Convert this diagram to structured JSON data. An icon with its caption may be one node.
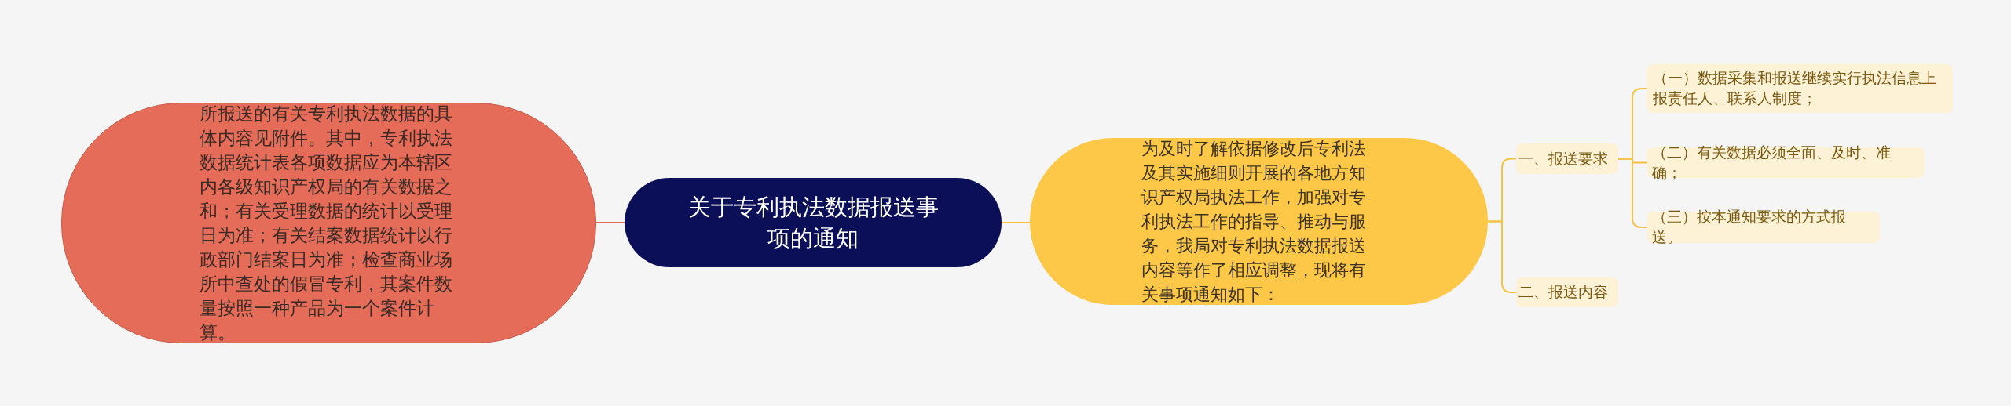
{
  "diagram": {
    "nodes": [
      {
        "text": [
          "关于专利执法数据报送事项的通知"
        ]
      },
      {
        "text": [
          "所报送的有关专利执法数据的具体内容见附件。其中，专利执法数据统计表各项数据应为本辖区内各级知识产权局的有关数据之和；有关受理数据的统计以受理日为准；有关结案数据统计以行政部门结案日为准；检查商业场所中查处的假冒专利，其案件数量按照一种产品为一个案件计算。"
        ]
      },
      {
        "text": [
          "为及时了解依据修改后专利法及其实施细则开展的各地方知识产权局执法工作，加强对专利执法工作的指导、推动与服务，我局对专利执法数据报送内容等作了相应调整，现将有关事项通知如下："
        ]
      },
      {
        "text": [
          "一、报送要求"
        ]
      },
      {
        "text": [
          "（一）数据采集和报送继续实行执法信息上报责任人、联系人制度；"
        ]
      },
      {
        "text": [
          "（二）有关数据必须全面、及时、准确；"
        ]
      },
      {
        "text": [
          "（三）按本通知要求的方式报送。"
        ]
      },
      {
        "text": [
          "二、报送内容"
        ]
      }
    ],
    "edges": [
      {
        "from": 0,
        "to": 1,
        "arrow": "none",
        "color": "#e06c58"
      },
      {
        "from": 0,
        "to": 2,
        "arrow": "none"
      },
      {
        "from": 2,
        "to": 3,
        "arrow": "none"
      },
      {
        "from": 3,
        "to": 4,
        "arrow": "none"
      },
      {
        "from": 3,
        "to": 5,
        "arrow": "none"
      },
      {
        "from": 3,
        "to": 6,
        "arrow": "none"
      },
      {
        "from": 2,
        "to": 7,
        "arrow": "none"
      }
    ]
  }
}
